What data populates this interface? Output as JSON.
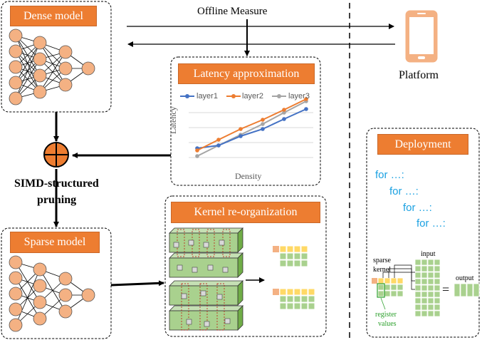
{
  "labels": {
    "offline_measure": "Offline Measure",
    "platform": "Platform",
    "simd_line1": "SIMD-structured",
    "simd_line2": "pruning"
  },
  "boxes": {
    "dense": "Dense model",
    "sparse": "Sparse model",
    "latency": "Latency approximation",
    "kernel": "Kernel re-organization",
    "deployment": "Deployment"
  },
  "latency_chart": {
    "xlabel": "Density",
    "ylabel": "Latency",
    "legend": [
      "layer1",
      "layer2",
      "layer3"
    ],
    "colors": [
      "#4472C4",
      "#ED7D31",
      "#A5A5A5"
    ]
  },
  "code_lines": [
    "for …:",
    "for …:",
    "for …:",
    "for …:"
  ],
  "deploy_labels": {
    "sparse": "sparse",
    "kernel": "kernel",
    "input": "input",
    "output": "output",
    "register1": "register",
    "register2": "values",
    "equals": "="
  },
  "colors": {
    "accent": "#ED7D31",
    "node": "#F4B183",
    "green": "#A9D18E",
    "yellow": "#FFD966",
    "code_blue": "#1BA1E2"
  }
}
